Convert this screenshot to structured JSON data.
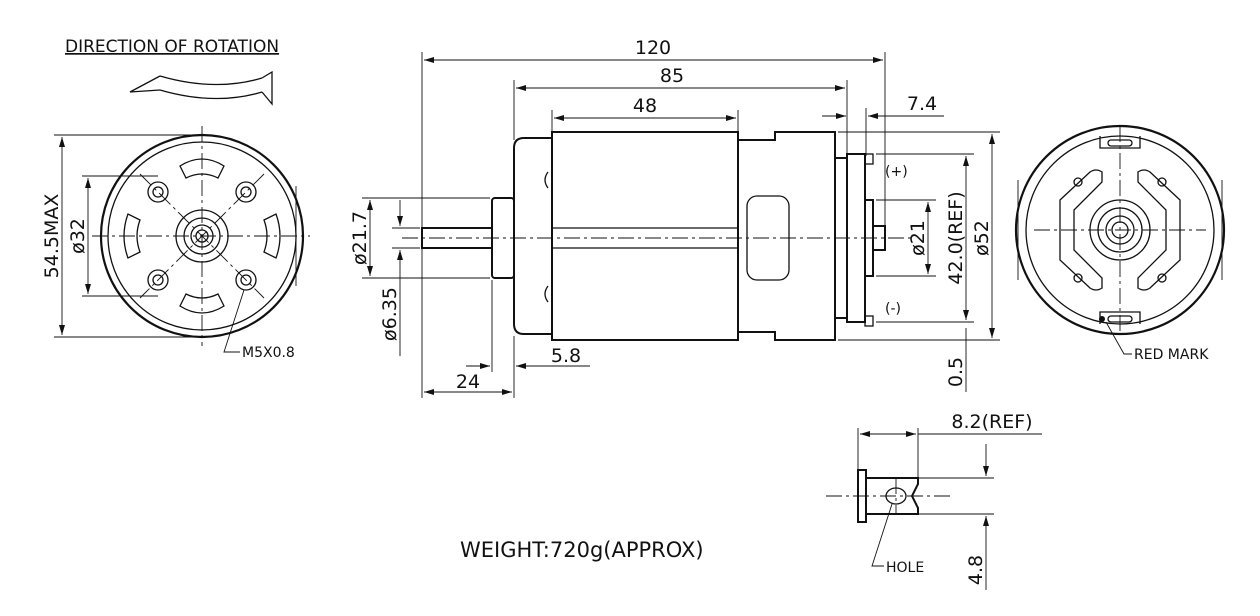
{
  "drawing": {
    "title": "DIRECTION OF ROTATION",
    "weight": "WEIGHT:720g(APPROX)",
    "dims": {
      "total_length": "120",
      "body_length": "85",
      "can_length": "48",
      "flange_offset": "7.4",
      "shaft_length": "24",
      "boss_length": "5.8",
      "boss_dia": "ø21.7",
      "shaft_dia": "ø6.35",
      "rear_boss_dia": "ø21",
      "terminal_span": "42.0(REF)",
      "outer_dia": "ø52",
      "offset": "0.5",
      "front_height": "54.5MAX",
      "bolt_circle": "ø32",
      "terminal_width": "8.2(REF)",
      "terminal_height": "4.8"
    },
    "labels": {
      "screw": "M5X0.8",
      "red_mark": "RED MARK",
      "hole": "HOLE",
      "plus": "(+)",
      "minus": "(-)"
    }
  }
}
